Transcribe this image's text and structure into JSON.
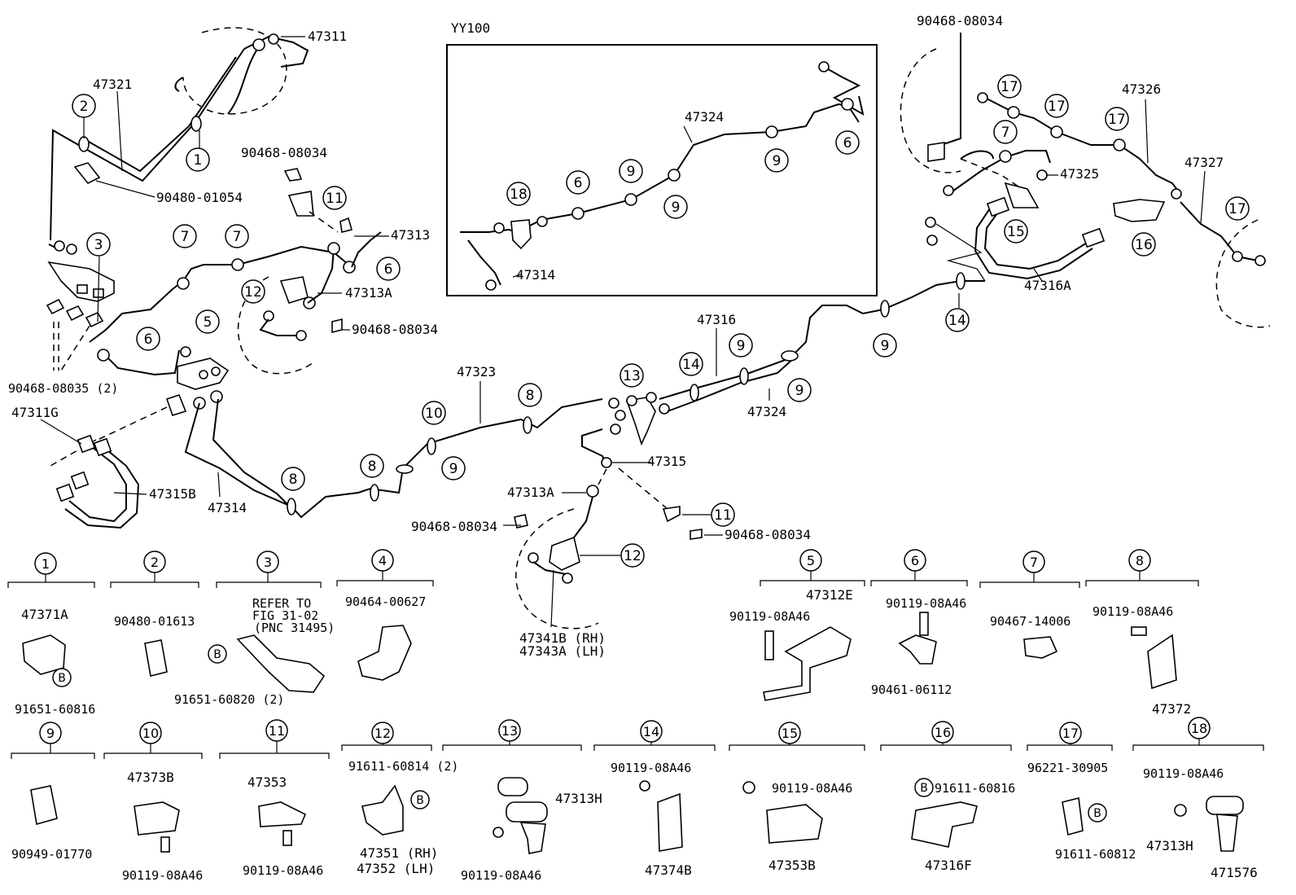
{
  "diagram": {
    "inset_title": "YY100",
    "figure_number": "471576",
    "part_labels": {
      "p47311": "47311",
      "p47321": "47321",
      "p90480_01054": "90480-01054",
      "p90468_08034_a": "90468-08034",
      "p47313": "47313",
      "p47313A_a": "47313A",
      "p90468_08034_b": "90468-08034",
      "p90468_08035": "90468-08035 (2)",
      "p47311G": "47311G",
      "p47315B": "47315B",
      "p47314_main": "47314",
      "p47323": "47323",
      "p47316": "47316",
      "p47324_main": "47324",
      "p47315": "47315",
      "p47313A_b": "47313A",
      "p90468_08034_c": "90468-08034",
      "p90468_08034_d": "90468-08034",
      "p47341B": "47341B (RH)",
      "p47343A": "47343A (LH)",
      "p47324_inset": "47324",
      "p47314_inset": "47314",
      "p90468_08034_e": "90468-08034",
      "p47326": "47326",
      "p47325": "47325",
      "p47327": "47327",
      "p47316A": "47316A"
    },
    "callouts": {
      "c1": "1",
      "c2": "2",
      "c3": "3",
      "c4": "4",
      "c5": "5",
      "c6": "6",
      "c7": "7",
      "c8": "8",
      "c9": "9",
      "c10": "10",
      "c11": "11",
      "c12": "12",
      "c13": "13",
      "c14": "14",
      "c15": "15",
      "c16": "16",
      "c17": "17",
      "c18": "18",
      "b": "B"
    },
    "legend": [
      {
        "num": "1",
        "parts": [
          "47371A",
          "91651-60816"
        ]
      },
      {
        "num": "2",
        "parts": [
          "90480-01613"
        ]
      },
      {
        "num": "3",
        "parts": [
          "REFER TO",
          "FIG 31-02",
          "(PNC 31495)",
          "91651-60820 (2)"
        ]
      },
      {
        "num": "4",
        "parts": [
          "90464-00627"
        ]
      },
      {
        "num": "5",
        "parts": [
          "47312E",
          "90119-08A46"
        ]
      },
      {
        "num": "6",
        "parts": [
          "90119-08A46",
          "90461-06112"
        ]
      },
      {
        "num": "7",
        "parts": [
          "90467-14006"
        ]
      },
      {
        "num": "8",
        "parts": [
          "90119-08A46",
          "47372"
        ]
      },
      {
        "num": "9",
        "parts": [
          "90949-01770"
        ]
      },
      {
        "num": "10",
        "parts": [
          "47373B",
          "90119-08A46"
        ]
      },
      {
        "num": "11",
        "parts": [
          "47353",
          "90119-08A46"
        ]
      },
      {
        "num": "12",
        "parts": [
          "91611-60814 (2)",
          "47351 (RH)",
          "47352 (LH)"
        ]
      },
      {
        "num": "13",
        "parts": [
          "47313H",
          "90119-08A46"
        ]
      },
      {
        "num": "14",
        "parts": [
          "90119-08A46",
          "47374B"
        ]
      },
      {
        "num": "15",
        "parts": [
          "90119-08A46",
          "47353B"
        ]
      },
      {
        "num": "16",
        "parts": [
          "91611-60816",
          "47316F"
        ]
      },
      {
        "num": "17",
        "parts": [
          "96221-30905",
          "91611-60812"
        ]
      },
      {
        "num": "18",
        "parts": [
          "90119-08A46",
          "47313H"
        ]
      }
    ]
  }
}
